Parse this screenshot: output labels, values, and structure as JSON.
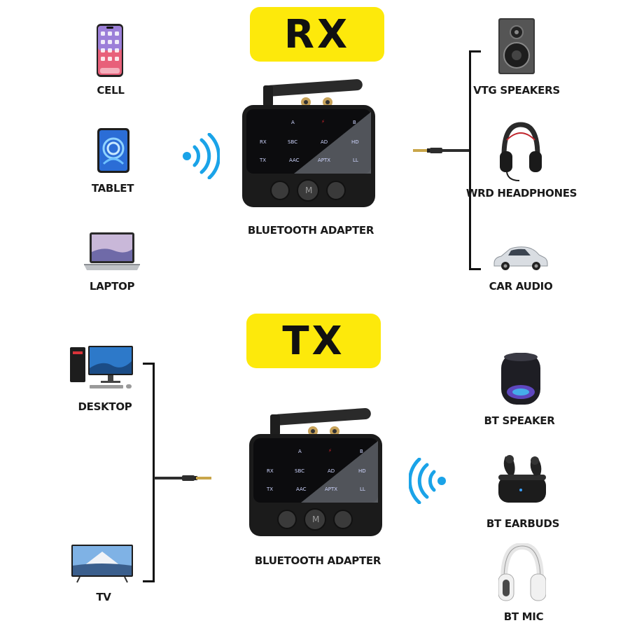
{
  "rx": {
    "title": "RX",
    "sources": [
      {
        "label": "CELL",
        "icon": "smartphone-icon"
      },
      {
        "label": "TABLET",
        "icon": "tablet-icon"
      },
      {
        "label": "LAPTOP",
        "icon": "laptop-icon"
      }
    ],
    "adapter_label": "BLUETOOTH ADAPTER",
    "outputs": [
      {
        "label": "VTG SPEAKERS",
        "icon": "speaker-icon"
      },
      {
        "label": "WRD HEADPHONES",
        "icon": "headphones-icon"
      },
      {
        "label": "CAR AUDIO",
        "icon": "car-icon"
      }
    ]
  },
  "tx": {
    "title": "TX",
    "sources": [
      {
        "label": "DESKTOP",
        "icon": "desktop-icon"
      },
      {
        "label": "TV",
        "icon": "tv-icon"
      }
    ],
    "adapter_label": "BLUETOOTH ADAPTER",
    "outputs": [
      {
        "label": "BT SPEAKER",
        "icon": "bt-speaker-icon"
      },
      {
        "label": "BT EARBUDS",
        "icon": "earbuds-icon"
      },
      {
        "label": "BT MIC",
        "icon": "bt-headphones-icon"
      }
    ]
  },
  "adapter_panel": {
    "row1": [
      "A",
      "",
      "B"
    ],
    "row2": [
      "RX",
      "SBC",
      "AD",
      "HD"
    ],
    "row3": [
      "TX",
      "AAC",
      "APTX",
      "LL"
    ],
    "center_button": "M"
  },
  "colors": {
    "badge": "#fde90b",
    "wifi": "#1aa3e8",
    "led": "#3b7cff",
    "led_power": "#e0282e"
  }
}
